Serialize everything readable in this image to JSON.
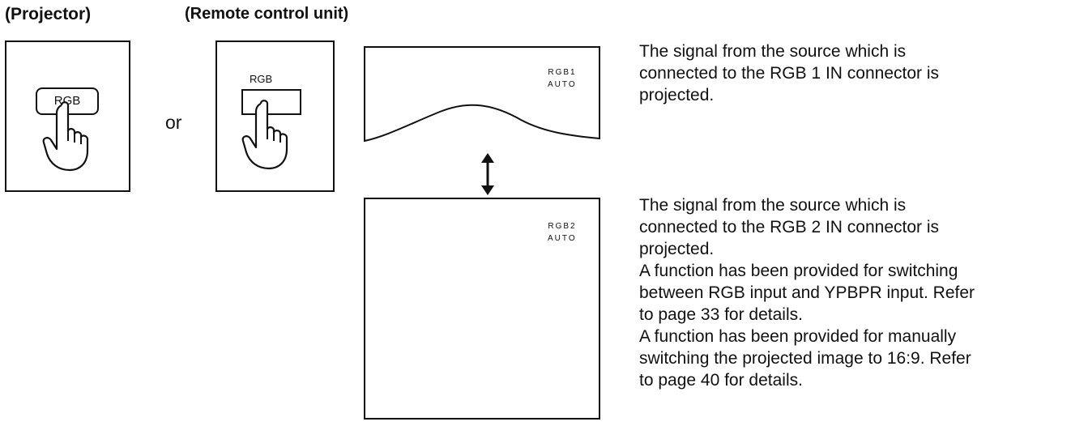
{
  "headers": {
    "projector": "(Projector)",
    "remote": "(Remote control unit)"
  },
  "projector_button_label": "RGB",
  "remote_button_label": "RGB",
  "or_text": "or",
  "screen1": {
    "line1": "RGB1",
    "line2": "AUTO"
  },
  "screen2": {
    "line1": "RGB2",
    "line2": "AUTO"
  },
  "desc1": [
    "The signal from the source which is",
    "connected to the RGB 1 IN connector is",
    "projected."
  ],
  "desc2": [
    "The signal from the source which is",
    "connected to the RGB 2 IN connector is",
    "projected.",
    "A function has been provided for switching",
    "between RGB input and YPBPR input. Refer",
    "to page 33 for details.",
    "A function has been provided for manually",
    "switching the projected image to 16:9. Refer",
    "to page 40 for details."
  ]
}
